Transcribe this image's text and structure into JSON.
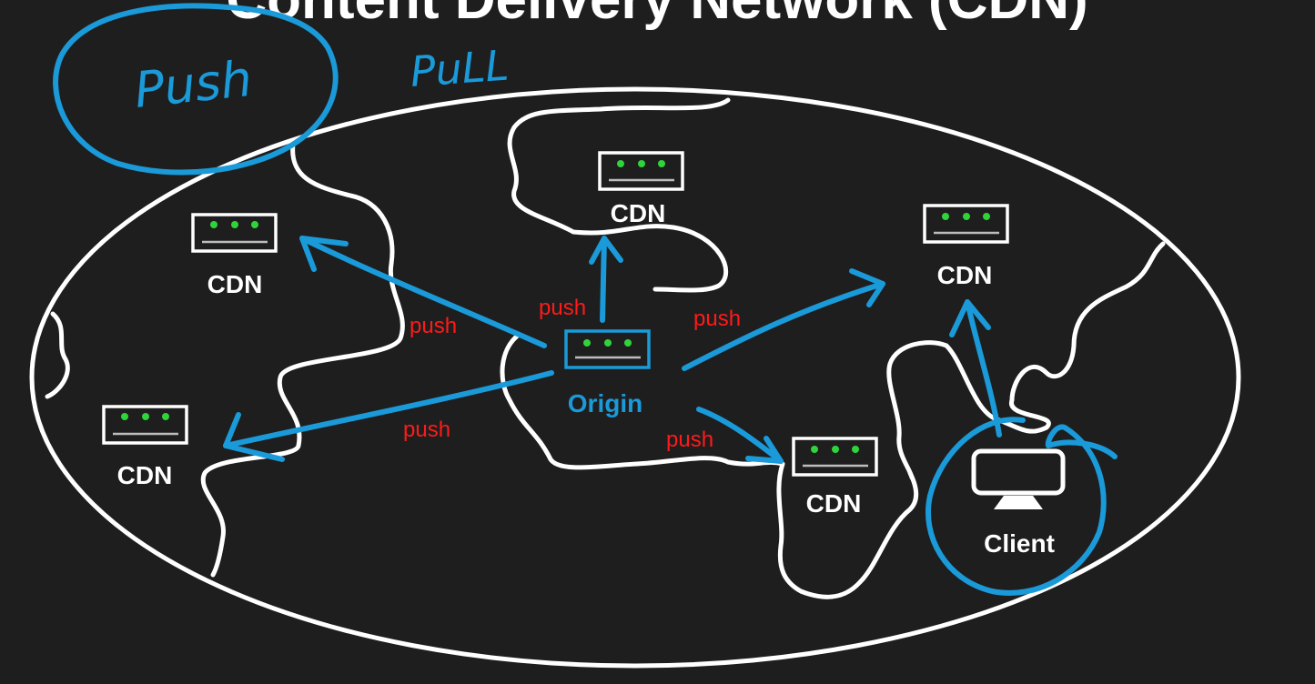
{
  "title": "Content Delivery Network (CDN)",
  "annotations": {
    "push": "Push",
    "pull": "PuLL"
  },
  "origin": {
    "label": "Origin"
  },
  "cdn_nodes": [
    {
      "id": "cdn-west",
      "label": "CDN"
    },
    {
      "id": "cdn-southwest",
      "label": "CDN"
    },
    {
      "id": "cdn-north",
      "label": "CDN"
    },
    {
      "id": "cdn-east",
      "label": "CDN"
    },
    {
      "id": "cdn-south",
      "label": "CDN"
    }
  ],
  "client": {
    "label": "Client"
  },
  "edges": [
    {
      "from": "origin",
      "to": "cdn-west",
      "label": "push"
    },
    {
      "from": "origin",
      "to": "cdn-southwest",
      "label": "push"
    },
    {
      "from": "origin",
      "to": "cdn-north",
      "label": "push"
    },
    {
      "from": "origin",
      "to": "cdn-east",
      "label": "push"
    },
    {
      "from": "origin",
      "to": "cdn-south",
      "label": "push"
    },
    {
      "from": "client",
      "to": "cdn-east",
      "label": ""
    }
  ],
  "colors": {
    "background": "#1e1e1e",
    "outline": "#ffffff",
    "accent_blue": "#1a9ad9",
    "push_label": "#ff1a1a",
    "led_green": "#2fd43a"
  }
}
